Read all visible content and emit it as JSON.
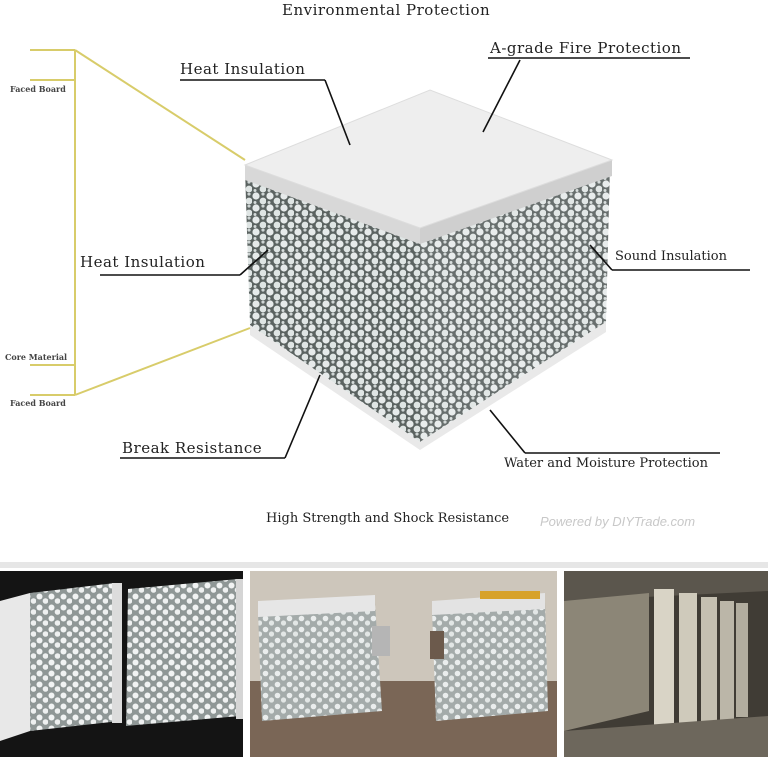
{
  "labels": {
    "top_title": "Environmental Protection",
    "heat_top": "Heat Insulation",
    "fire": "A-grade Fire Protection",
    "faced_board_top": "Faced Board",
    "heat_left": "Heat Insulation",
    "sound": "Sound Insulation",
    "core": "Core Material",
    "faced_board_bottom": "Faced Board",
    "break": "Break Resistance",
    "water": "Water and Moisture Protection",
    "strength": "High Strength and Shock Resistance",
    "watermark": "Powered by DIYTrade.com"
  },
  "colors": {
    "leader_line": "#d8cc6a",
    "panel_face": "#ededed",
    "core_dark": "#5a6260",
    "bead": "#e8ecec"
  }
}
